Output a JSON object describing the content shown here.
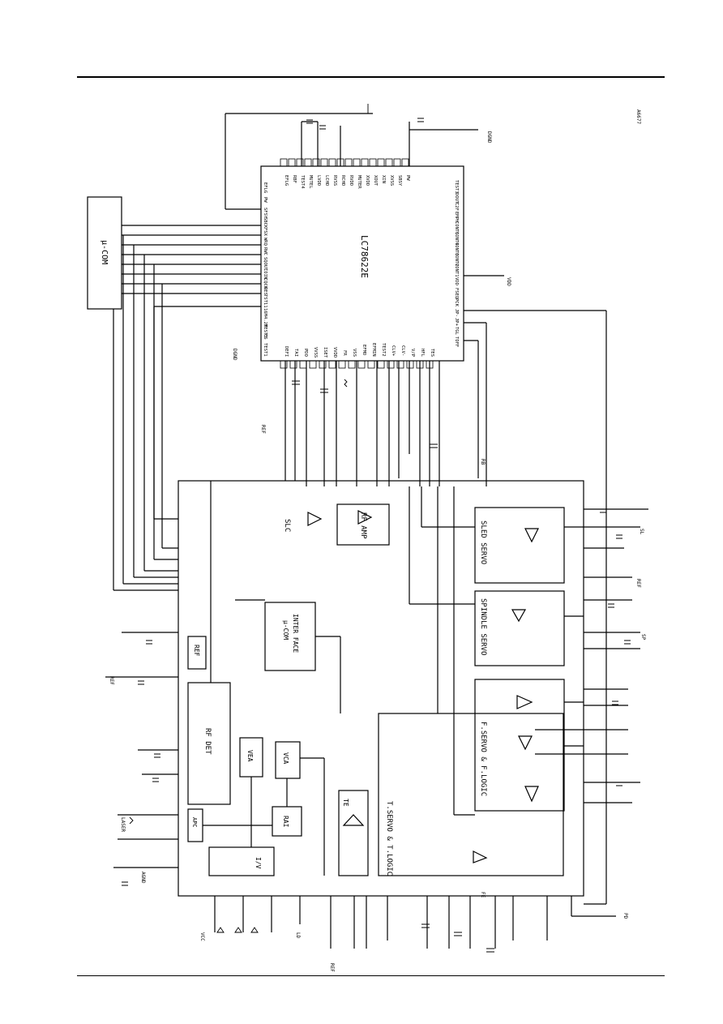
{
  "ic": {
    "name": "LC78622E",
    "pins_top": [
      "EFLG",
      "RBF",
      "TEST4",
      "MUTEL",
      "LVDD",
      "LCHO",
      "RVSS",
      "RCHO",
      "RVDD",
      "MUTER",
      "XVDD",
      "XOUT",
      "XIN",
      "XVSS",
      "SBSY",
      "PW"
    ],
    "pins_left": [
      "EFLG",
      "PW",
      "SFSY",
      "SBCK",
      "FSX",
      "WRQ",
      "RWC",
      "SQOUT",
      "COIN",
      "CQCK",
      "RES",
      "TST11",
      "16M",
      "4.2M",
      "TEST5",
      "CS",
      "TEST1"
    ],
    "pins_bottom": [
      "DEFI",
      "TAI",
      "PDO",
      "VVSS",
      "ISET",
      "VVDD",
      "FR",
      "VSS",
      "EFMO",
      "EFMIN",
      "TEST2",
      "CLV+",
      "CLV-",
      "V/P",
      "HFL",
      "TES"
    ],
    "pins_right": [
      "TOFF",
      "TGL",
      "JP+",
      "JP-",
      "PCK",
      "FSEQ",
      "VDD",
      "CONT1",
      "CONT2",
      "CONT3",
      "CONT4",
      "CONT5",
      "EMPH",
      "C2F",
      "DOUT",
      "TEST3"
    ]
  },
  "blocks": {
    "mucom": "μ-COM",
    "slc": "SLC",
    "rf_amp": "RF AMP",
    "sled_servo": "SLED  SERVO",
    "spindle_servo": "SPINDLE  SERVO",
    "mcom_if_1": "μ-COM",
    "mcom_if_2": "INTER FACE",
    "ref": "REF",
    "rf_det": "RF DET",
    "vca": "VCA",
    "vea": "VEA",
    "apc": "APC",
    "rai": "RAI",
    "te": "TE",
    "iv": "I/V",
    "t_servo": "T.SERVO & T.LOGIC",
    "f_servo": "F.SERVO & F.LOGIC"
  },
  "labels": {
    "vdd": "VDD",
    "dgnd": "DGND",
    "vcc": "VCC",
    "agnd": "AGND",
    "laser": "LASER",
    "ref": "REF",
    "ld": "LD",
    "pd": "PD",
    "sp": "SP",
    "sl": "SL",
    "rb": "RB",
    "fe": "FE",
    "figure_id": "A6677"
  }
}
